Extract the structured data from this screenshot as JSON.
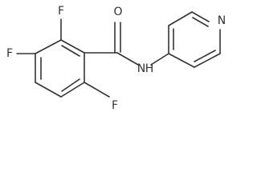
{
  "molecule": {
    "atoms": {
      "f_top": "F",
      "f_left": "F",
      "f_bottom": "F",
      "o": "O",
      "nh": "N",
      "nh_h": "H",
      "n_pyridine": "N"
    }
  }
}
